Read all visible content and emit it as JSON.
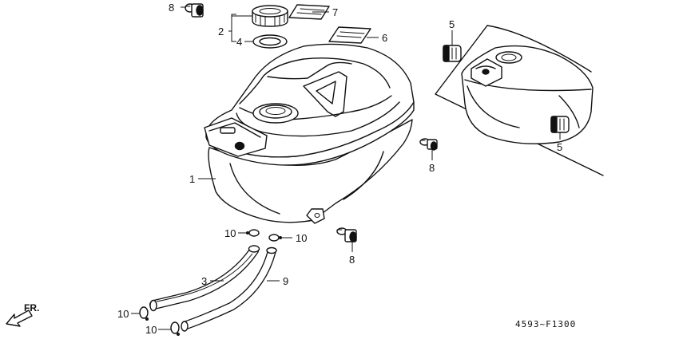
{
  "diagram_code": "4593~F1300",
  "direction_label": "FR.",
  "callouts": {
    "c1": "1",
    "c2": "2",
    "c3": "3",
    "c4": "4",
    "c5a": "5",
    "c5b": "5",
    "c6": "6",
    "c7": "7",
    "c8a": "8",
    "c8b": "8",
    "c8c": "8",
    "c9": "9",
    "c10a": "10",
    "c10b": "10",
    "c10c": "10",
    "c10d": "10"
  },
  "colors": {
    "ink": "#111111",
    "paper": "#ffffff",
    "shade": "#bdbdbd"
  }
}
